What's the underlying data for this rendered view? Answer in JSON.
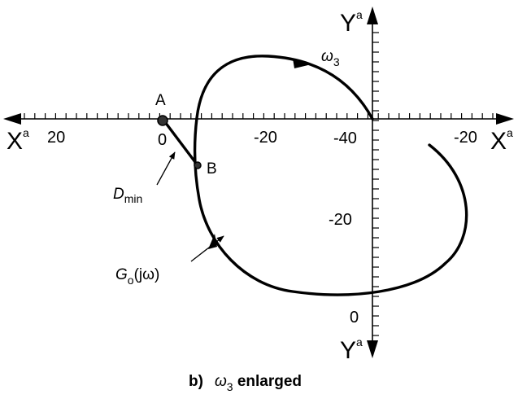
{
  "x_axis": {
    "name": "X",
    "sup": "a",
    "ticks": [
      "20",
      "0",
      "-20",
      "-40",
      "-20"
    ]
  },
  "y_axis": {
    "name": "Y",
    "sup": "a",
    "ticks": [
      "-20",
      "0"
    ]
  },
  "points": {
    "a": "A",
    "b": "B"
  },
  "labels": {
    "omega": "ω",
    "omega_sub": "3",
    "dmin_main": "D",
    "dmin_sub": "min",
    "g_main": "G",
    "g_sub": "o",
    "g_arg": "(jω)"
  },
  "caption": {
    "prefix": "b)",
    "omega": "ω",
    "omega_sub": "3",
    "suffix": " enlarged"
  }
}
